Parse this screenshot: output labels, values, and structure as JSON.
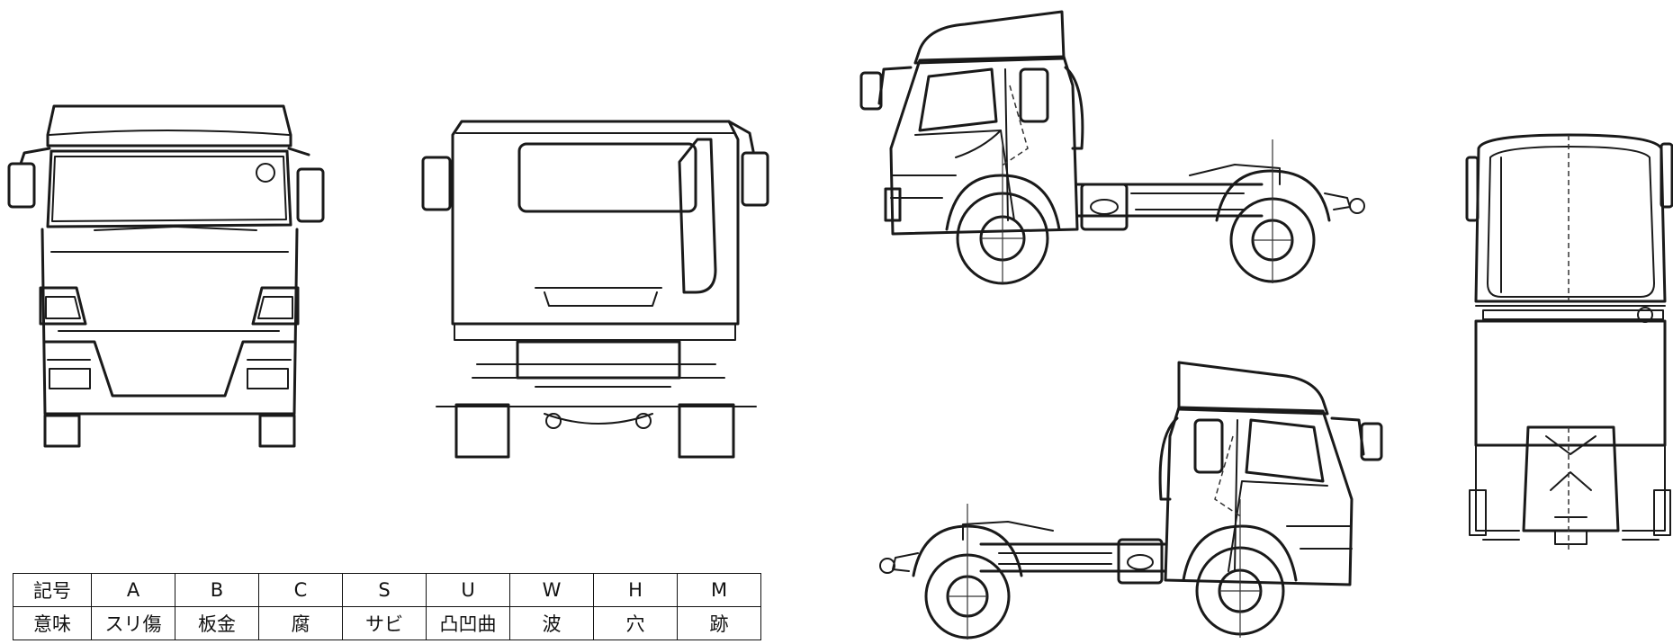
{
  "legend": {
    "row_labels": [
      "記号",
      "意味"
    ],
    "codes": [
      "A",
      "B",
      "C",
      "S",
      "U",
      "W",
      "H",
      "M"
    ],
    "meanings": [
      "スリ傷",
      "板金",
      "腐",
      "サビ",
      "凸凹曲",
      "波",
      "穴",
      "跡"
    ]
  }
}
